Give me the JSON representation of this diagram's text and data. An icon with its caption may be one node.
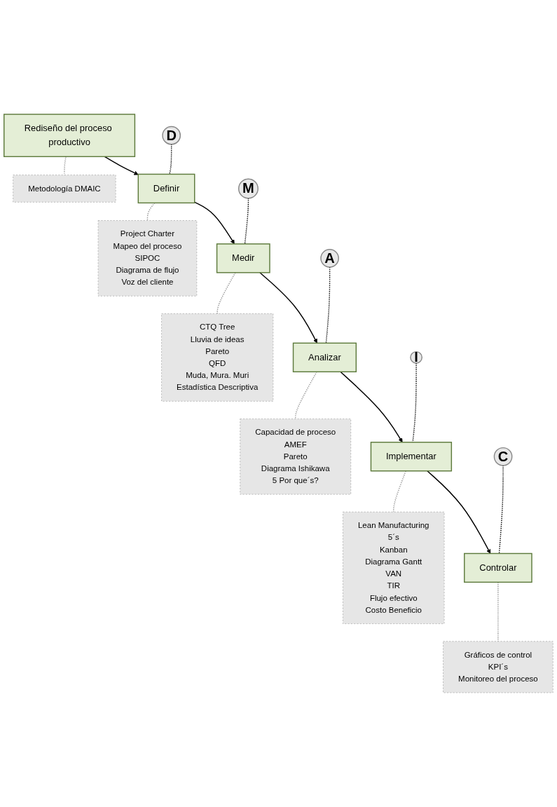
{
  "diagram": {
    "nodes": [
      {
        "text": [
          "Rediseño del proceso productivo"
        ]
      },
      {
        "text": [
          "Metodología DMAIC"
        ]
      },
      {
        "text": [
          "D"
        ]
      },
      {
        "text": [
          "Definir"
        ]
      },
      {
        "text": [
          "Project Charter",
          "Mapeo del proceso",
          "SIPOC",
          "Diagrama de flujo",
          "Voz del cliente"
        ]
      },
      {
        "text": [
          "M"
        ]
      },
      {
        "text": [
          "Medir"
        ]
      },
      {
        "text": [
          "CTQ Tree",
          "Lluvia de ideas",
          "Pareto",
          "QFD",
          "Muda, Mura. Muri",
          "Estadística Descriptiva"
        ]
      },
      {
        "text": [
          "A"
        ]
      },
      {
        "text": [
          "Analizar"
        ]
      },
      {
        "text": [
          "Capacidad de proceso",
          "AMEF",
          "Pareto",
          "Diagrama Ishikawa",
          "5 Por que´s?"
        ]
      },
      {
        "text": [
          "I"
        ]
      },
      {
        "text": [
          "Implementar"
        ]
      },
      {
        "text": [
          "Lean Manufacturing",
          "5´s",
          "Kanban",
          "Diagrama Gantt",
          "VAN",
          "TIR",
          "Flujo efectivo",
          "Costo Beneficio"
        ]
      },
      {
        "text": [
          "C"
        ]
      },
      {
        "text": [
          "Controlar"
        ]
      },
      {
        "text": [
          "Gráficos de control",
          "KPI´s",
          "Monitoreo del proceso"
        ]
      }
    ],
    "edges": [
      {
        "from": 0,
        "to": 1,
        "arrow": "none",
        "style": "dashed",
        "color": "#999999"
      },
      {
        "from": 0,
        "to": 3,
        "arrow": "to"
      },
      {
        "from": 2,
        "to": 3,
        "arrow": "none",
        "style": "dashed"
      },
      {
        "from": 3,
        "to": 4,
        "arrow": "none",
        "style": "dashed",
        "color": "#999999"
      },
      {
        "from": 3,
        "to": 6,
        "arrow": "to"
      },
      {
        "from": 5,
        "to": 6,
        "arrow": "none",
        "style": "dashed"
      },
      {
        "from": 6,
        "to": 7,
        "arrow": "none",
        "style": "dashed",
        "color": "#999999"
      },
      {
        "from": 6,
        "to": 9,
        "arrow": "to"
      },
      {
        "from": 8,
        "to": 9,
        "arrow": "none",
        "style": "dashed"
      },
      {
        "from": 9,
        "to": 10,
        "arrow": "none",
        "style": "dashed",
        "color": "#999999"
      },
      {
        "from": 9,
        "to": 12,
        "arrow": "to"
      },
      {
        "from": 11,
        "to": 12,
        "arrow": "none",
        "style": "dashed"
      },
      {
        "from": 12,
        "to": 13,
        "arrow": "none",
        "style": "dashed",
        "color": "#999999"
      },
      {
        "from": 12,
        "to": 15,
        "arrow": "to"
      },
      {
        "from": 14,
        "to": 15,
        "arrow": "none",
        "style": "dashed"
      },
      {
        "from": 15,
        "to": 16,
        "arrow": "none",
        "style": "dashed",
        "color": "#999999"
      }
    ]
  }
}
